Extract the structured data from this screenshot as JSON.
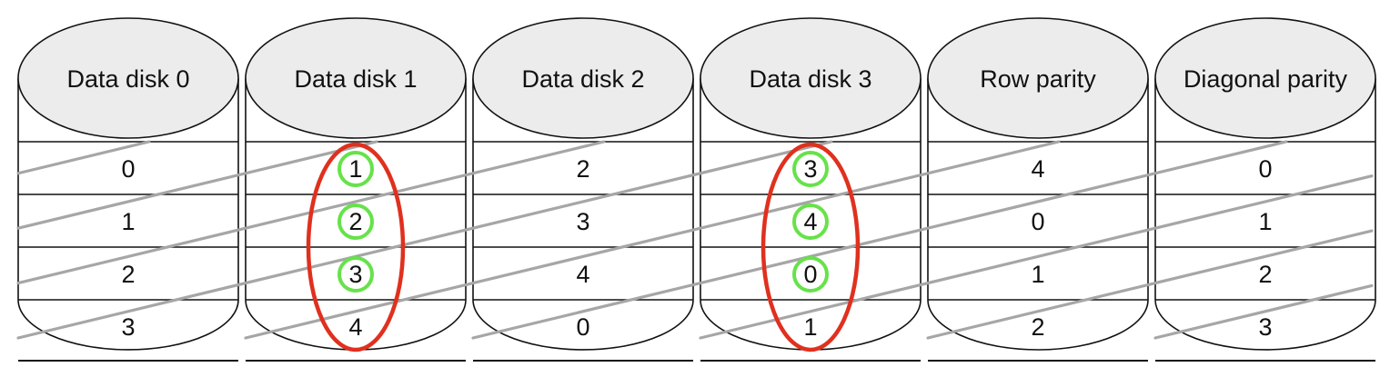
{
  "disks": [
    {
      "label": "Data disk 0",
      "values": [
        "0",
        "1",
        "2",
        "3"
      ]
    },
    {
      "label": "Data disk 1",
      "values": [
        "1",
        "2",
        "3",
        "4"
      ]
    },
    {
      "label": "Data disk 2",
      "values": [
        "2",
        "3",
        "4",
        "0"
      ]
    },
    {
      "label": "Data disk 3",
      "values": [
        "3",
        "4",
        "0",
        "1"
      ]
    },
    {
      "label": "Row parity",
      "values": [
        "4",
        "0",
        "1",
        "2"
      ]
    },
    {
      "label": "Diagonal parity",
      "values": [
        "0",
        "1",
        "2",
        "3"
      ]
    }
  ],
  "highlights": {
    "red_ellipse_columns": [
      1,
      3
    ],
    "green_circles": [
      {
        "disk": 1,
        "row": 0
      },
      {
        "disk": 1,
        "row": 1
      },
      {
        "disk": 1,
        "row": 2
      },
      {
        "disk": 3,
        "row": 0
      },
      {
        "disk": 3,
        "row": 1
      },
      {
        "disk": 3,
        "row": 2
      }
    ]
  },
  "colors": {
    "outline": "#111111",
    "cap_fill": "#ececec",
    "diagonal": "#a6a6a6",
    "red_ellipse": "#e0301e",
    "green_circle": "#66e24a"
  }
}
